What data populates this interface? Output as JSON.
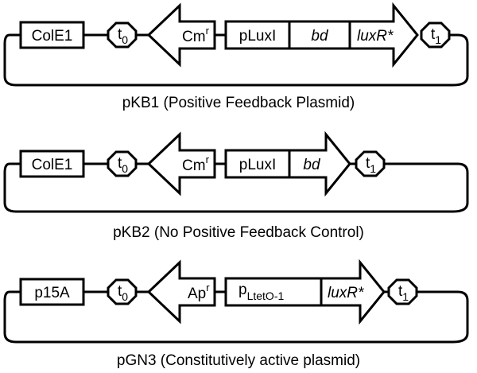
{
  "plasmids": [
    {
      "caption": "pKB1 (Positive Feedback Plasmid)",
      "origin": "ColE1",
      "terminator_left": {
        "base": "t",
        "sub": "0"
      },
      "resistance": {
        "base": "Cm",
        "sup": "r"
      },
      "promoter": {
        "base": "pLuxI",
        "sub": ""
      },
      "genes": [
        "bd",
        "luxR*"
      ],
      "terminator_right": {
        "base": "t",
        "sub": "1"
      }
    },
    {
      "caption": "pKB2 (No Positive Feedback Control)",
      "origin": "ColE1",
      "terminator_left": {
        "base": "t",
        "sub": "0"
      },
      "resistance": {
        "base": "Cm",
        "sup": "r"
      },
      "promoter": {
        "base": "pLuxI",
        "sub": ""
      },
      "genes": [
        "bd"
      ],
      "terminator_right": {
        "base": "t",
        "sub": "1"
      }
    },
    {
      "caption": "pGN3 (Constitutively active plasmid)",
      "origin": "p15A",
      "terminator_left": {
        "base": "t",
        "sub": "0"
      },
      "resistance": {
        "base": "Ap",
        "sup": "r"
      },
      "promoter": {
        "base": "p",
        "sub": "LtetO-1"
      },
      "genes": [
        "luxR*"
      ],
      "terminator_right": {
        "base": "t",
        "sub": "1"
      }
    }
  ]
}
